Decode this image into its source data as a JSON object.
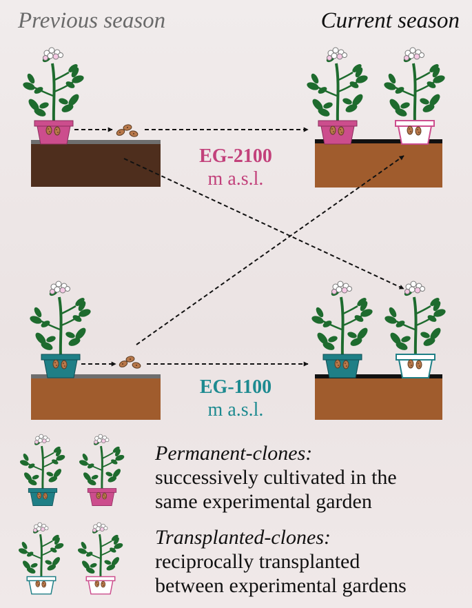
{
  "headers": {
    "previous_season": "Previous season",
    "current_season": "Current season"
  },
  "sites": [
    {
      "name": "EG-2100",
      "unit": "m a.s.l.",
      "color": "#c2417b"
    },
    {
      "name": "EG-1100",
      "unit": "m a.s.l.",
      "color": "#1d8a90"
    }
  ],
  "legend": {
    "permanent": {
      "title": "Permanent-clones:",
      "line1": "successively cultivated in the",
      "line2": "same experimental garden"
    },
    "transplanted": {
      "title": "Transplanted-clones:",
      "line1": "reciprocally transplanted",
      "line2": "between experimental gardens"
    }
  },
  "colors": {
    "high_site_pot": "#cc4d8d",
    "low_site_pot": "#1f7f86",
    "leaf": "#1e6b2e",
    "soil_dark": "#4e2e1d",
    "soil_light": "#a05c2d",
    "tuber": "#b8784a"
  }
}
